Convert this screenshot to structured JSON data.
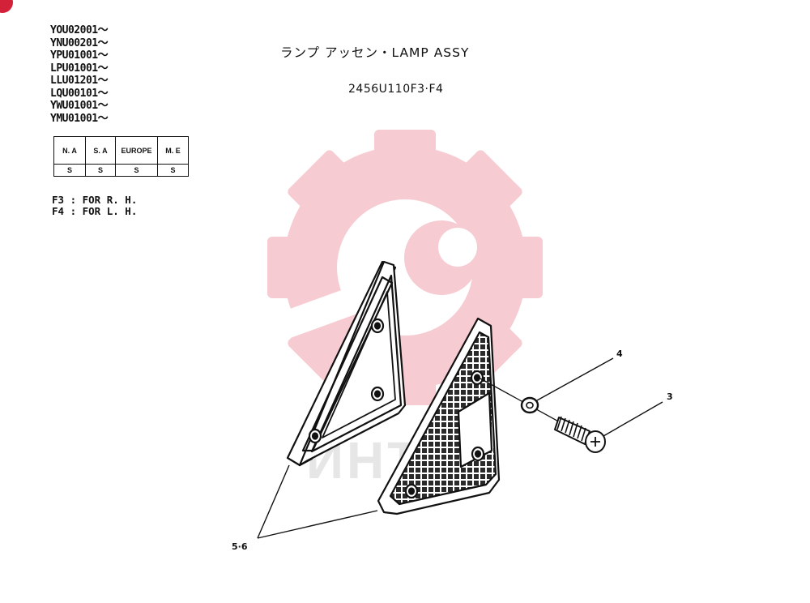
{
  "serials": [
    "YOU02001～",
    "YNU00201～",
    "YPU01001～",
    "LPU01001～",
    "LLU01201～",
    "LQU00101～",
    "YWU01001～",
    "YMU01001～"
  ],
  "region_table": {
    "headers": [
      "N. A",
      "S. A",
      "EUROPE",
      "M. E"
    ],
    "values": [
      "S",
      "S",
      "S",
      "S"
    ]
  },
  "notes": [
    "F3 : FOR R. H.",
    "F4 : FOR L. H."
  ],
  "title": "ランプ アッセン・LAMP ASSY",
  "part_number": "2456U110F3·F4",
  "callouts": {
    "c4": "4",
    "c3": "3",
    "c56": "5·6"
  },
  "watermark_text": "ИНТУХ",
  "colors": {
    "watermark": "#f6c9cf",
    "watermark_text": "#e6e6e6",
    "ink": "#111111",
    "mark": "#d4213a"
  }
}
